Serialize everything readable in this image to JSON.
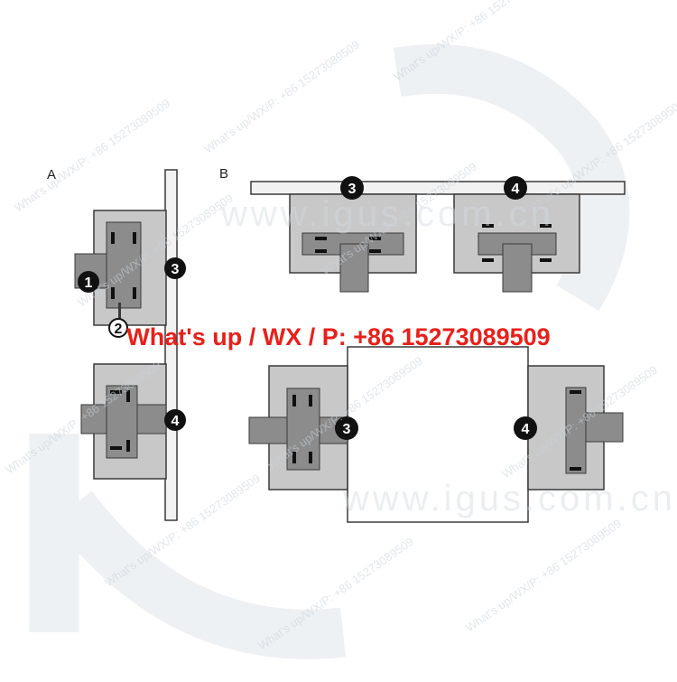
{
  "panels": {
    "a": {
      "label": "A"
    },
    "b": {
      "label": "B"
    }
  },
  "badges": {
    "one": "1",
    "two": "2",
    "three": "3",
    "four": "4"
  },
  "banner": {
    "text": "What's up / WX / P: +86 15273089509"
  },
  "watermarks": {
    "phone": "What's up/WX/P: +86 15273089509",
    "site": "www.igus.com.cn"
  },
  "colors": {
    "block_fill": "#c8c8c8",
    "slider_fill": "#8c8c8c",
    "rail_fill": "#f2f2f2",
    "outline": "#3a3a3a",
    "badge_fill": "#111111",
    "banner_text": "#e8201a"
  }
}
